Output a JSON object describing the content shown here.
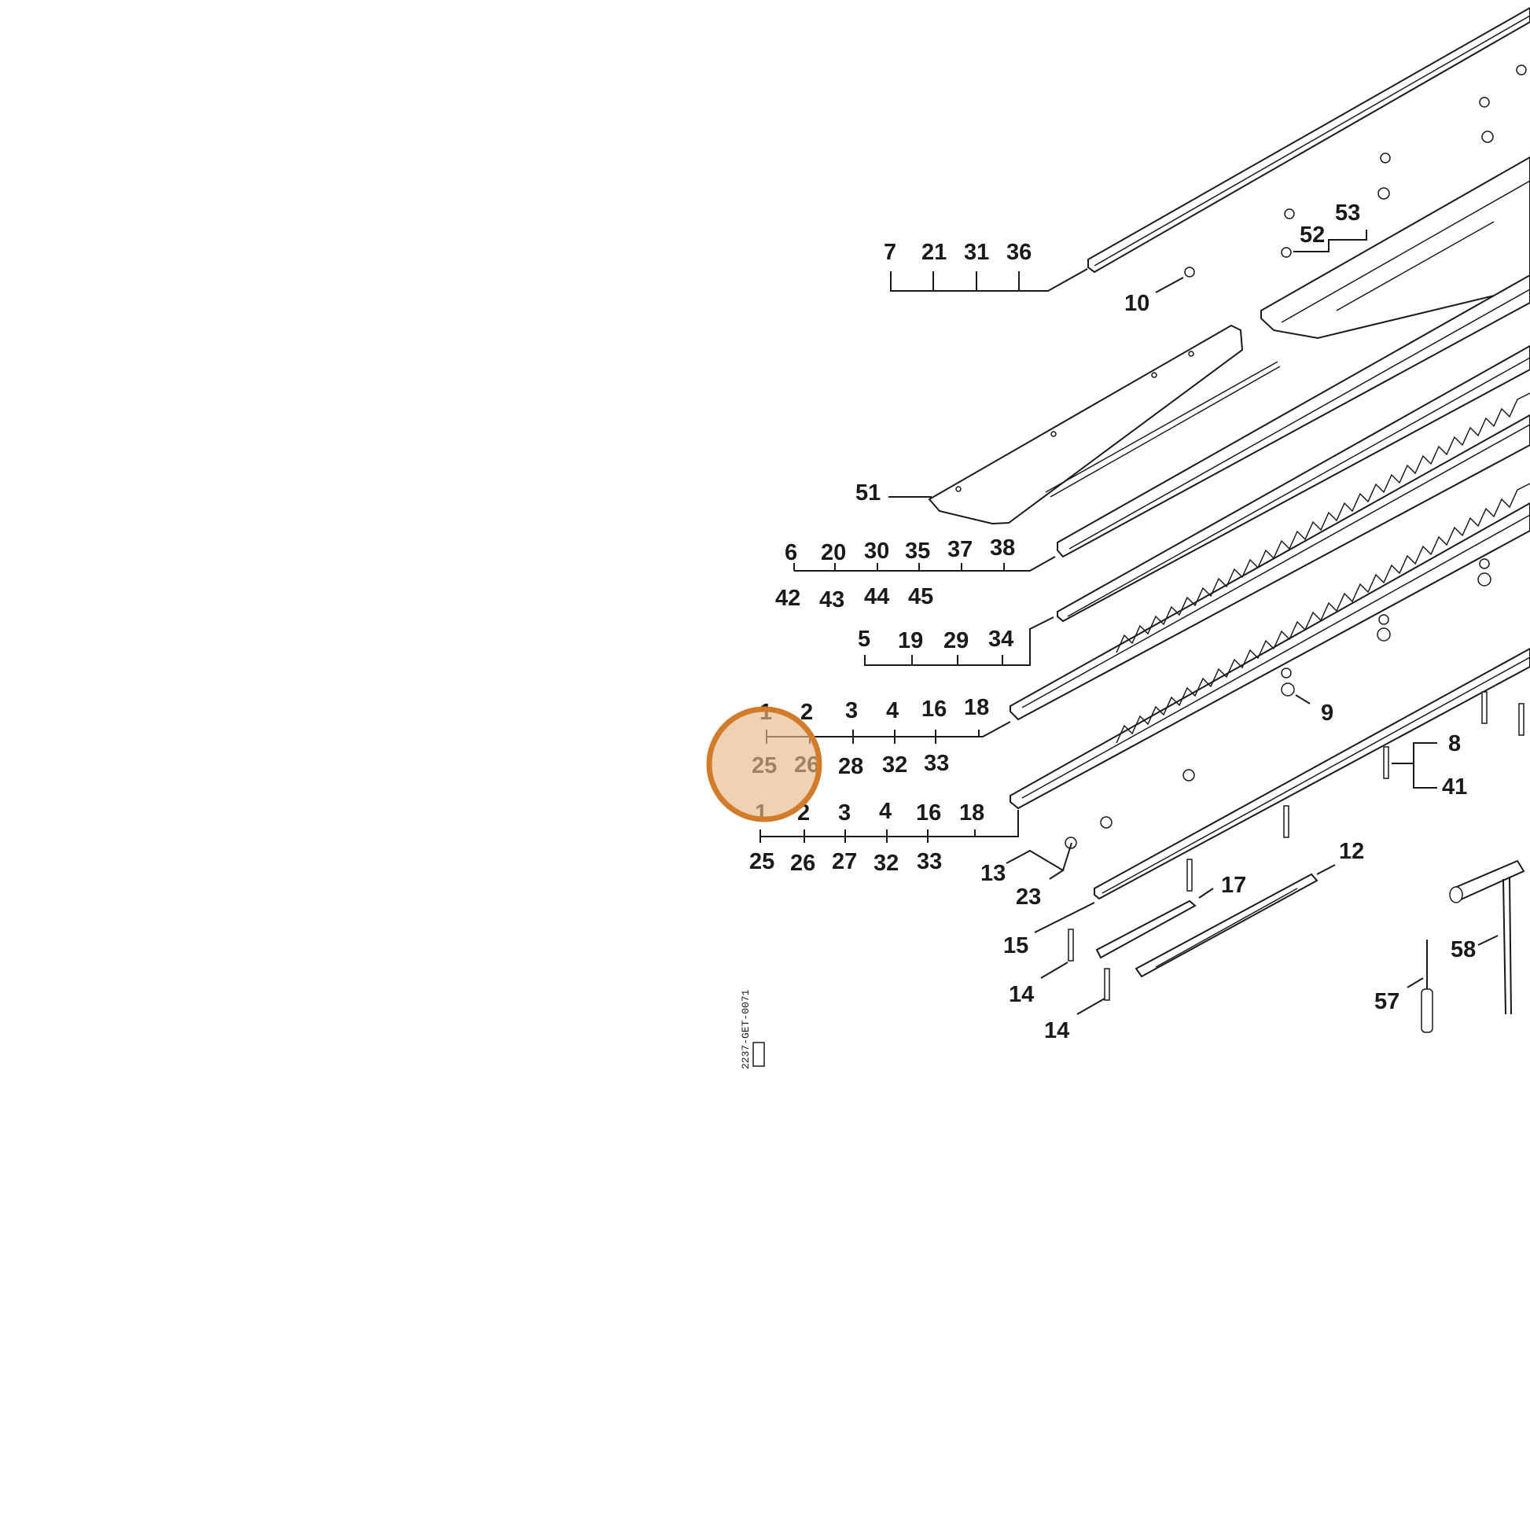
{
  "diagram": {
    "callouts": {
      "g_top": [
        "7",
        "21",
        "31",
        "36"
      ],
      "c10": "10",
      "c52": "52",
      "c53": "53",
      "c51": "51",
      "g_six_row1": [
        "6",
        "20",
        "30",
        "35",
        "37",
        "38"
      ],
      "g_six_row2": [
        "42",
        "43",
        "44",
        "45"
      ],
      "g_five": [
        "5",
        "19",
        "29",
        "34"
      ],
      "g_a_row1": [
        "1",
        "2",
        "3",
        "4",
        "16",
        "18"
      ],
      "g_a_row2": [
        "25",
        "26",
        "28",
        "32",
        "33"
      ],
      "g_b_row1": [
        "1",
        "2",
        "3",
        "4",
        "16",
        "18"
      ],
      "g_b_row2": [
        "25",
        "26",
        "27",
        "32",
        "33"
      ],
      "c9": "9",
      "c8": "8",
      "c41": "41",
      "c13": "13",
      "c23": "23",
      "c12": "12",
      "c17": "17",
      "c15": "15",
      "c14a": "14",
      "c14b": "14",
      "c58": "58",
      "c57": "57"
    },
    "doc_code": "2237-GET-0071"
  },
  "highlight": {
    "fill": "#e8b98a",
    "stroke": "#d07c2b"
  }
}
